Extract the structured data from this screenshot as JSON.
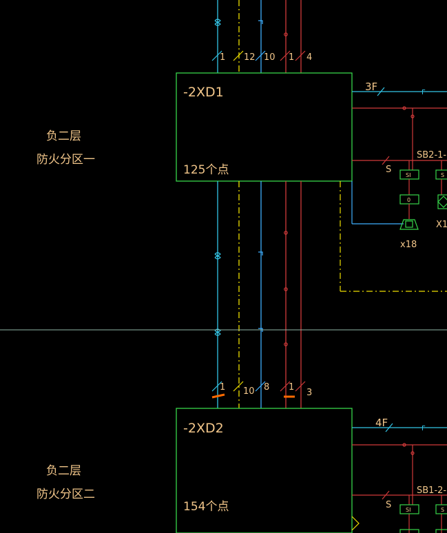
{
  "colors": {
    "background": "#000000",
    "cyan": "#33c6e8",
    "yellow": "#f0e000",
    "blue_cyan": "#3fb0ff",
    "red": "#d13a3a",
    "green": "#37d64a",
    "text": "#f2c68a",
    "orange": "#ff6a00",
    "gray_line": "#8fb8a8"
  },
  "top_bus": {
    "counts": [
      "1",
      "12",
      "10",
      "1",
      "4"
    ]
  },
  "bottom_bus": {
    "counts": [
      "1",
      "10",
      "8",
      "1",
      "3"
    ]
  },
  "zone1": {
    "label_line1": "负二层",
    "label_line2": "防火分区一",
    "panel_id": "-2XD1",
    "points": "125个点",
    "floor_tag": "3F",
    "wire_tag_f": "F",
    "wire_tag_s": "S",
    "device_label": "SB2-1-",
    "module_label": "SI",
    "module_label2": "S",
    "module_zero": "0",
    "speaker_count": "x18",
    "x_label": "X1"
  },
  "zone2": {
    "label_line1": "负二层",
    "label_line2": "防火分区二",
    "panel_id": "-2XD2",
    "points": "154个点",
    "floor_tag": "4F",
    "wire_tag_f": "F",
    "wire_tag_s": "S",
    "device_label": "SB1-2-",
    "module_label": "SI",
    "module_label2": "S"
  }
}
